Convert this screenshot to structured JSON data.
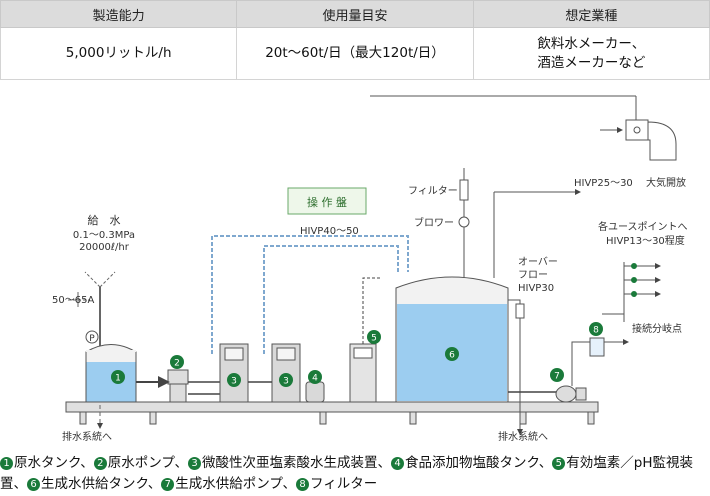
{
  "spec_table": {
    "headers": [
      "製造能力",
      "使用量目安",
      "想定業種"
    ],
    "row": {
      "capacity": "5,000リットル/h",
      "usage": "20t～60t/日（最大120t/日）",
      "industry_line1": "飲料水メーカー、",
      "industry_line2": "酒造メーカーなど"
    }
  },
  "diagram": {
    "supply_label_line1": "給　水",
    "supply_label_line2": "0.1～0.3MPa",
    "supply_label_line3": "20000ℓ/hr",
    "supply_pipe_label": "50～65A",
    "pressure_gauge": "P",
    "control_panel": "操 作 盤",
    "hivp_40_50": "HIVP40～50",
    "filter": "フィルター",
    "blower": "ブロワー",
    "hivp_25_30": "HIVP25～30",
    "atmosphere_open": "大気開放",
    "overflow_line1": "オーバー",
    "overflow_line2": "フロー",
    "overflow_line3": "HIVP30",
    "use_points_line1": "各ユースポイントへ",
    "use_points_line2": "HIVP13～30程度",
    "branch_point": "接続分岐点",
    "drain_left": "排水系統へ",
    "drain_right": "排水系統へ",
    "badges": [
      "1",
      "2",
      "3",
      "3",
      "4",
      "5",
      "6",
      "7",
      "8"
    ]
  },
  "legend": {
    "items": [
      {
        "num": "1",
        "label": "原水タンク、"
      },
      {
        "num": "2",
        "label": "原水ポンプ、"
      },
      {
        "num": "3",
        "label": "微酸性次亜塩素酸水生成装置、"
      },
      {
        "num": "4",
        "label": "食品添加物塩酸タンク、"
      },
      {
        "num": "5",
        "label": "有効塩素／pH監視装置、"
      },
      {
        "num": "6",
        "label": "生成水供給タンク、"
      },
      {
        "num": "7",
        "label": "生成水供給ポンプ、"
      },
      {
        "num": "8",
        "label": "フィルター"
      }
    ]
  },
  "colors": {
    "badge_green": "#1a7a3a",
    "water_blue": "#9ccdf0",
    "pipe_blue": "#7fa8cf",
    "header_gray": "#dcdcdc"
  }
}
